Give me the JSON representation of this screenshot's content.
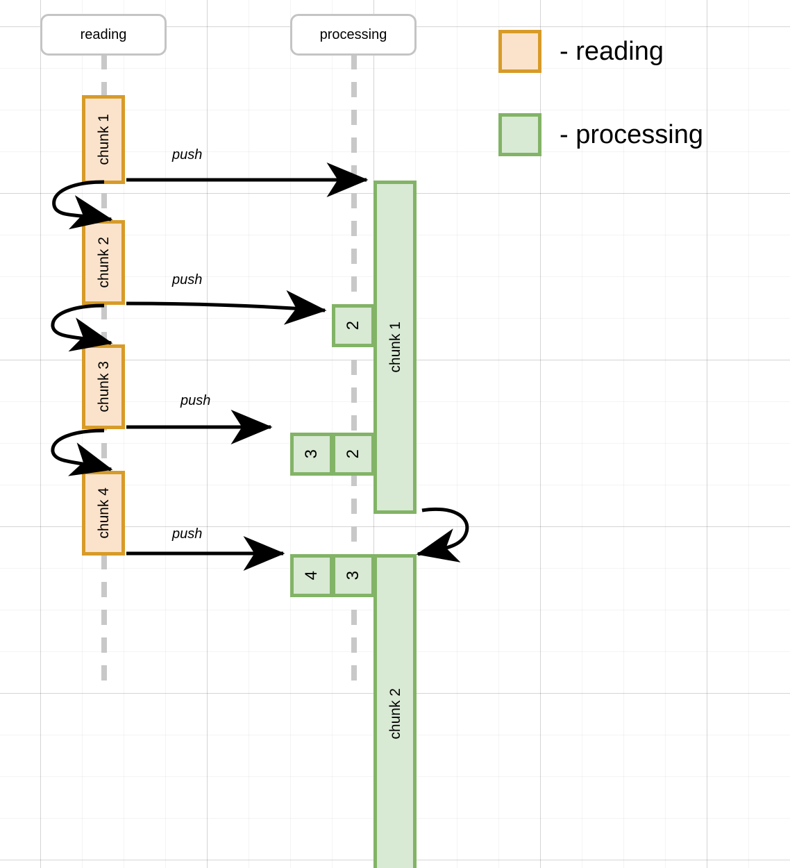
{
  "diagram": {
    "title": "reading and processing pipeline sequence",
    "colors": {
      "reading_fill": "#fbe3cb",
      "reading_stroke": "#d79b28",
      "processing_fill": "#d8e9d4",
      "processing_stroke": "#82b366",
      "lifeline": "#c8c8c8",
      "header_stroke": "#c4c4c4",
      "arrow": "#000000"
    }
  },
  "lanes": [
    {
      "id": "reading",
      "label": "reading"
    },
    {
      "id": "processing",
      "label": "processing"
    }
  ],
  "reading_chunks": [
    {
      "label": "chunk 1"
    },
    {
      "label": "chunk 2"
    },
    {
      "label": "chunk 3"
    },
    {
      "label": "chunk 4"
    }
  ],
  "processing_chunks": [
    {
      "label": "chunk 1"
    },
    {
      "label": "chunk 2"
    }
  ],
  "queue_items": [
    {
      "label": "2"
    },
    {
      "label": "3"
    },
    {
      "label": "2"
    },
    {
      "label": "4"
    },
    {
      "label": "3"
    }
  ],
  "push_labels": [
    {
      "label": "push"
    },
    {
      "label": "push"
    },
    {
      "label": "push"
    },
    {
      "label": "push"
    }
  ],
  "legend": [
    {
      "key": "reading",
      "label": "- reading"
    },
    {
      "key": "processing",
      "label": "- processing"
    }
  ]
}
